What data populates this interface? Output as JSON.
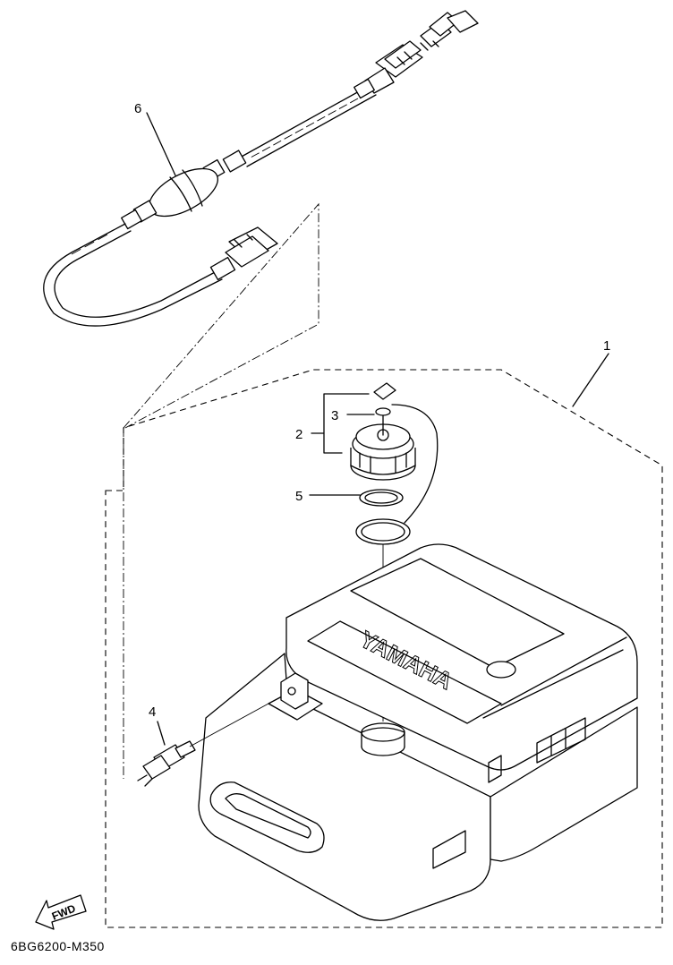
{
  "callouts": {
    "c1": "1",
    "c2": "2",
    "c3": "3",
    "c4": "4",
    "c5": "5",
    "c6": "6"
  },
  "tank_brand": "YAMAHA",
  "fwd_label": "FWD",
  "document_id": "6BG6200-M350"
}
